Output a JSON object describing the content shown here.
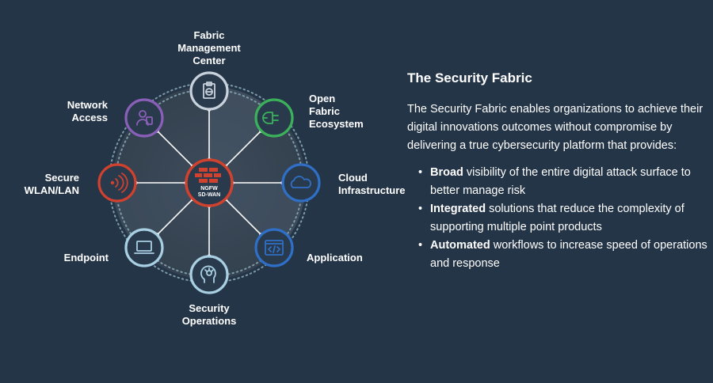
{
  "diagram": {
    "center": {
      "line1": "NGFW",
      "line2": "SD-WAN",
      "icon": "firewall-brick-icon"
    },
    "nodes": [
      {
        "id": "fabric-management-center",
        "label": "Fabric\nManagement\nCenter",
        "icon": "clipboard-globe-icon",
        "color": "#c7d2dc"
      },
      {
        "id": "open-fabric-ecosystem",
        "label": "Open\nFabric\nEcosystem",
        "icon": "plug-icon",
        "color": "#3bb15a"
      },
      {
        "id": "cloud-infrastructure",
        "label": "Cloud\nInfrastructure",
        "icon": "cloud-icon",
        "color": "#2f6fc6"
      },
      {
        "id": "application",
        "label": "Application",
        "icon": "code-window-icon",
        "color": "#2f6fc6"
      },
      {
        "id": "security-operations",
        "label": "Security\nOperations",
        "icon": "brain-gear-icon",
        "color": "#a9cfe3"
      },
      {
        "id": "endpoint",
        "label": "Endpoint",
        "icon": "laptop-icon",
        "color": "#a9cfe3"
      },
      {
        "id": "secure-wlan-lan",
        "label": "Secure\nWLAN/LAN",
        "icon": "wireless-signal-icon",
        "color": "#d0412e"
      },
      {
        "id": "network-access",
        "label": "Network\nAccess",
        "icon": "user-badge-icon",
        "color": "#8a5fb8"
      }
    ],
    "colors": {
      "center": "#d0412e",
      "ring_dots": "#6f8e9d",
      "spoke": "#ffffff",
      "node_fill": "#2a3a4d"
    }
  },
  "panel": {
    "title": "The Security Fabric",
    "intro": "The Security Fabric enables organizations to achieve their digital innovations outcomes without compromise by delivering a true cybersecurity platform that provides:",
    "bullets": [
      {
        "bold": "Broad",
        "rest": " visibility of the entire digital attack surface to better manage risk"
      },
      {
        "bold": "Integrated",
        "rest": " solutions that reduce the complexity of supporting multiple point products"
      },
      {
        "bold": "Automated",
        "rest": " workflows to increase speed of operations and response"
      }
    ]
  }
}
